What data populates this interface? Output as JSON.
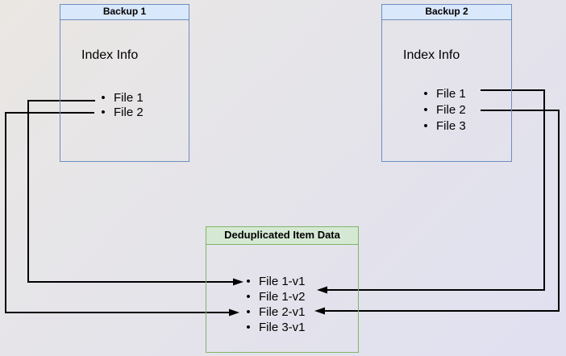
{
  "diagram": {
    "backup1": {
      "title": "Backup 1",
      "index_label": "Index Info",
      "files": [
        "File 1",
        "File 2"
      ]
    },
    "backup2": {
      "title": "Backup 2",
      "index_label": "Index Info",
      "files": [
        "File 1",
        "File 2",
        "File 3"
      ]
    },
    "dedup": {
      "title": "Deduplicated Item Data",
      "items": [
        "File 1-v1",
        "File 1-v2",
        "File 2-v1",
        "File 3-v1"
      ]
    },
    "edges": [
      {
        "from": "Backup 1 / File 1",
        "to": "File 1-v1",
        "side": "left"
      },
      {
        "from": "Backup 1 / File 2",
        "to": "File 2-v1",
        "side": "left"
      },
      {
        "from": "Backup 2 / File 1",
        "to": "File 1-v2",
        "side": "right"
      },
      {
        "from": "Backup 2 / File 2",
        "to": "File 2-v1",
        "side": "right"
      }
    ],
    "colors": {
      "blue_border": "#6c8ebf",
      "blue_title_fill": "#dae8fc",
      "green_border": "#82b366",
      "green_title_fill": "#d5e8d4",
      "connector": "#000000",
      "text": "#000000"
    }
  }
}
